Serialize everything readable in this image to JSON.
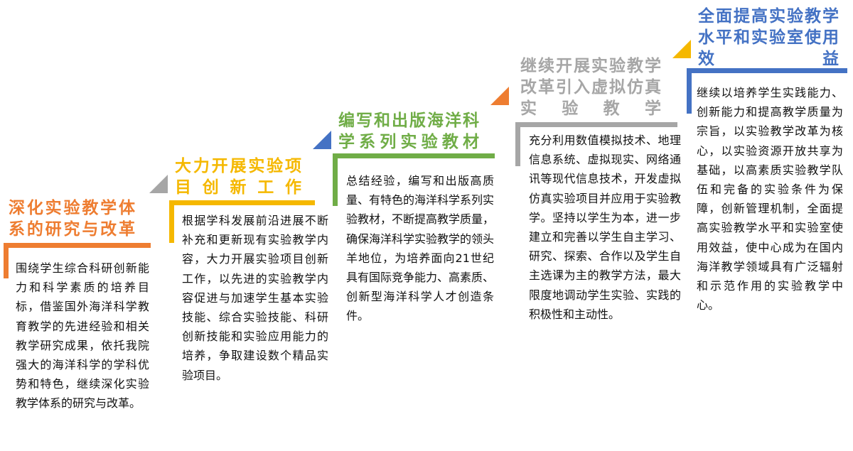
{
  "steps": [
    {
      "id": "research-reform",
      "title": "深化实验教学体\n系的研究与改革",
      "body": "围绕学生综合科研创新能力和科学素质的培养目标，借鉴国外海洋科学教育教学的先进经验和相关教学研究成果，依托我院强大的海洋科学的学科优势和特色，继续深化实验教学体系的研究与改革。",
      "color": "#EE7D31"
    },
    {
      "id": "innovation-projects",
      "title": "大力开展实验项\n目创新工作",
      "body": "根据学科发展前沿进展不断补充和更新现有实验教学内容，大力开展实验项目创新工作，以先进的实验教学内容促进与加速学生基本实验技能、综合实验技能、科研创新技能和实验应用能力的培养，争取建设数个精品实验项目。",
      "color": "#F5B800"
    },
    {
      "id": "textbooks",
      "title": "编写和出版海洋科\n学系列实验教材",
      "body": "总结经验，编写和出版高质量、有特色的海洋科学系列实验教材，不断提高教学质量，确保海洋科学实验教学的领头羊地位，为培养面向21世纪具有国际竞争能力、高素质、创新型海洋科学人才创造条件。",
      "color": "#70AD47"
    },
    {
      "id": "virtual-simulation",
      "title": "继续开展实验教学\n改革引入虚拟仿真\n实验教学",
      "body": "充分利用数值模拟技术、地理信息系统、虚拟现实、网络通讯等现代信息技术，开发虚拟仿真实验项目并应用于实验教学。坚持以学生为本，进一步建立和完善以学生自主学习、研究、探索、合作以及学生自主选课为主的教学方法，最大限度地调动学生实验、实践的积极性和主动性。",
      "color": "#A6A6A6"
    },
    {
      "id": "comprehensive-improvement",
      "title": "全面提高实验教学\n水平和实验室使用\n效益",
      "body": "继续以培养学生实践能力、创新能力和提高教学质量为宗旨，以实验教学改革为核心，以实验资源开放共享为基础，以高素质实验教学队伍和完备的实验条件为保障，创新管理机制，全面提高实验教学水平和实验室使用效益，使中心成为在国内海洋教学领域具有广泛辐射和示范作用的实验教学中心。",
      "color": "#4472C4"
    }
  ]
}
